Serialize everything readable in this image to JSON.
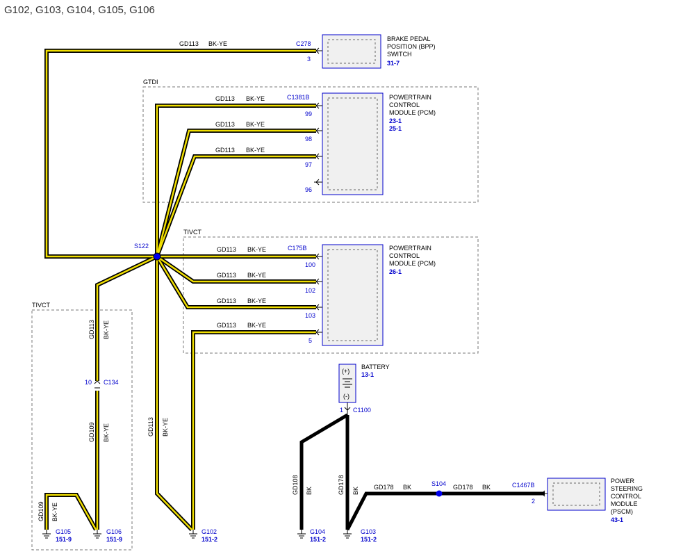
{
  "title": "G102, G103, G104, G105, G106",
  "brake_pedal_switch": {
    "connector": "C278",
    "pin": "3",
    "name_lines": [
      "BRAKE PEDAL",
      "POSITION (BPP)",
      "SWITCH"
    ],
    "ref": "31-7"
  },
  "gtdi": {
    "label": "GTDI",
    "connector": "C1381B",
    "pins": [
      "99",
      "98",
      "97",
      "96"
    ],
    "name_lines": [
      "POWERTRAIN",
      "CONTROL",
      "MODULE (PCM)"
    ],
    "refs": [
      "23-1",
      "25-1"
    ]
  },
  "tivct_pcm": {
    "label": "TIVCT",
    "connector": "C175B",
    "pins": [
      "100",
      "102",
      "103",
      "5"
    ],
    "name_lines": [
      "POWERTRAIN",
      "CONTROL",
      "MODULE (PCM)"
    ],
    "refs": [
      "26-1"
    ]
  },
  "tivct_left": {
    "label": "TIVCT"
  },
  "splices": {
    "s122": "S122",
    "s104": "S104"
  },
  "circuit": {
    "gd113": "GD113",
    "gd109": "GD109",
    "gd108": "GD108",
    "gd178": "GD178",
    "bkye": "BK-YE",
    "bk": "BK"
  },
  "c134": {
    "connector": "C134",
    "pin": "10"
  },
  "battery": {
    "name": "BATTERY",
    "ref": "13-1",
    "plus": "(+)",
    "minus": "(-)",
    "connector": "C1100",
    "pin": "1"
  },
  "pscm": {
    "connector": "C1467B",
    "pin": "2",
    "name_lines": [
      "POWER",
      "STEERING",
      "CONTROL",
      "MODULE",
      "(PSCM)"
    ],
    "ref": "43-1"
  },
  "grounds": [
    {
      "name": "G105",
      "ref": "151-9"
    },
    {
      "name": "G106",
      "ref": "151-9"
    },
    {
      "name": "G102",
      "ref": "151-2"
    },
    {
      "name": "G104",
      "ref": "151-2"
    },
    {
      "name": "G103",
      "ref": "151-2"
    }
  ]
}
